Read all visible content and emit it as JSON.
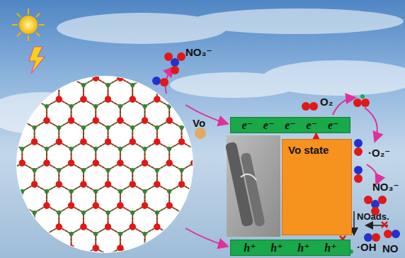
{
  "diagram": {
    "nodes": [
      {
        "text": [
          "e⁻",
          "e⁻",
          "e⁻",
          "e⁻",
          "e⁻"
        ]
      },
      {
        "text": [
          "Vo state"
        ]
      },
      {
        "text": [
          "h⁺",
          "h⁺",
          "h⁺",
          "h⁺"
        ]
      }
    ],
    "edges": [
      {
        "from": 1,
        "to": 0,
        "arrow": "to"
      }
    ],
    "labels": [
      "NO₃⁻",
      "O₂",
      "·O₂⁻",
      "NO₃⁻",
      "Vo",
      "NOads.",
      "NO",
      "·OH"
    ]
  }
}
